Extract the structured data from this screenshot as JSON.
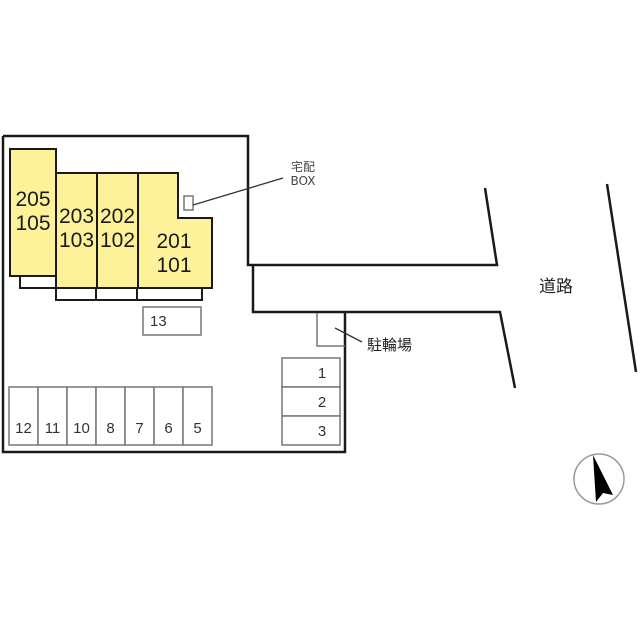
{
  "colors": {
    "unit_fill": "#fdf29a",
    "line_dark": "#1a1a1a",
    "line_gray": "#777777",
    "background": "#ffffff"
  },
  "building": {
    "units": [
      {
        "id": "unit-205-105",
        "upper": "205",
        "lower": "105"
      },
      {
        "id": "unit-203-103",
        "upper": "203",
        "lower": "103"
      },
      {
        "id": "unit-202-102",
        "upper": "202",
        "lower": "102"
      },
      {
        "id": "unit-201-101",
        "upper": "201",
        "lower": "101"
      }
    ]
  },
  "delivery_box": {
    "line1": "宅配",
    "line2": "BOX"
  },
  "road": {
    "label": "道路"
  },
  "bicycle_parking": {
    "label": "駐輪場"
  },
  "parking": {
    "bottom_row": [
      "12",
      "11",
      "10",
      "8",
      "7",
      "6",
      "5"
    ],
    "right_stack": [
      "1",
      "2",
      "3"
    ],
    "single": "13"
  },
  "compass": {
    "icon": "north-arrow-icon",
    "direction": "N (tilted ~20° left)"
  }
}
